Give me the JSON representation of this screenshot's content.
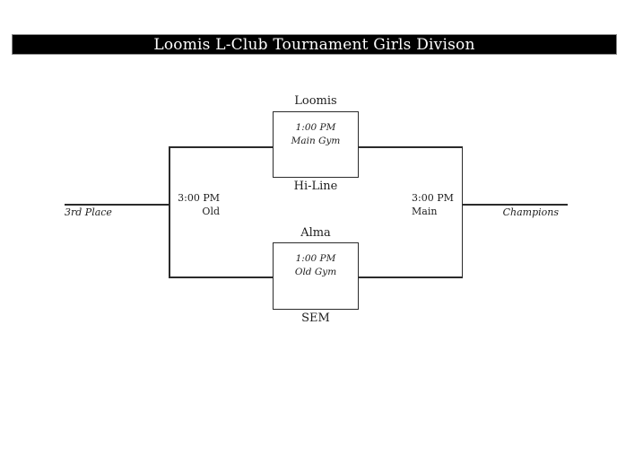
{
  "header": {
    "title": "Loomis L-Club Tournament Girls Divison"
  },
  "bracket": {
    "semifinal_top": {
      "team_top": "Loomis",
      "team_bottom": "Hi-Line",
      "time": "1:00 PM",
      "venue": "Main Gym"
    },
    "semifinal_bottom": {
      "team_top": "Alma",
      "team_bottom": "SEM",
      "time": "1:00 PM",
      "venue": "Old Gym"
    },
    "third_place_game": {
      "label": "3rd Place",
      "time": "3:00 PM",
      "venue": "Old"
    },
    "championship_game": {
      "label": "Champions",
      "time": "3:00 PM",
      "venue": "Main"
    }
  },
  "colors": {
    "page_bg": "#ffffff",
    "header_bg": "#000000",
    "header_text": "#ffffff",
    "line": "#2b2b2b",
    "text": "#1d1d1d"
  }
}
